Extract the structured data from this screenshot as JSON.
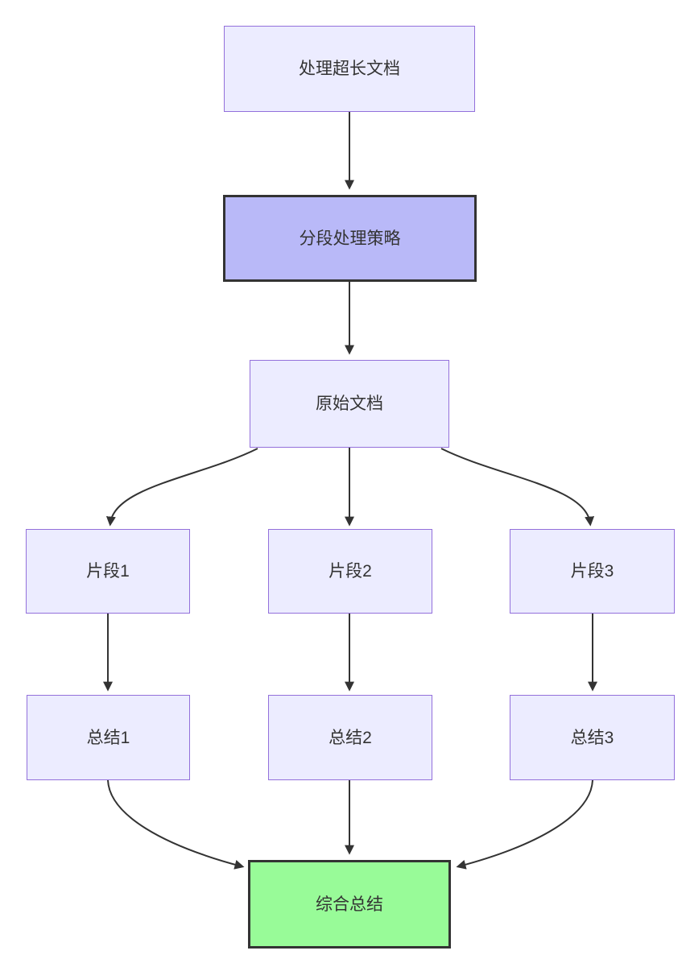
{
  "diagram": {
    "type": "flowchart",
    "direction": "top-down",
    "nodes": [
      {
        "id": "A",
        "label": "处理超长文档",
        "style": "default"
      },
      {
        "id": "B",
        "label": "分段处理策略",
        "style": "highlight-purple"
      },
      {
        "id": "C",
        "label": "原始文档",
        "style": "default"
      },
      {
        "id": "D1",
        "label": "片段1",
        "style": "default"
      },
      {
        "id": "D2",
        "label": "片段2",
        "style": "default"
      },
      {
        "id": "D3",
        "label": "片段3",
        "style": "default"
      },
      {
        "id": "E1",
        "label": "总结1",
        "style": "default"
      },
      {
        "id": "E2",
        "label": "总结2",
        "style": "default"
      },
      {
        "id": "E3",
        "label": "总结3",
        "style": "default"
      },
      {
        "id": "F",
        "label": "综合总结",
        "style": "highlight-green"
      }
    ],
    "edges": [
      {
        "from": "A",
        "to": "B"
      },
      {
        "from": "B",
        "to": "C"
      },
      {
        "from": "C",
        "to": "D1"
      },
      {
        "from": "C",
        "to": "D2"
      },
      {
        "from": "C",
        "to": "D3"
      },
      {
        "from": "D1",
        "to": "E1"
      },
      {
        "from": "D2",
        "to": "E2"
      },
      {
        "from": "D3",
        "to": "E3"
      },
      {
        "from": "E1",
        "to": "F"
      },
      {
        "from": "E2",
        "to": "F"
      },
      {
        "from": "E3",
        "to": "F"
      }
    ],
    "colors": {
      "background": "#FFFFFF",
      "node_fill": "#ECECFF",
      "node_border": "#9370DB",
      "strategy_fill": "#B9B9F8",
      "result_fill": "#98FB98",
      "dark_border": "#333333",
      "edge_stroke": "#333333",
      "text": "#333333"
    }
  }
}
